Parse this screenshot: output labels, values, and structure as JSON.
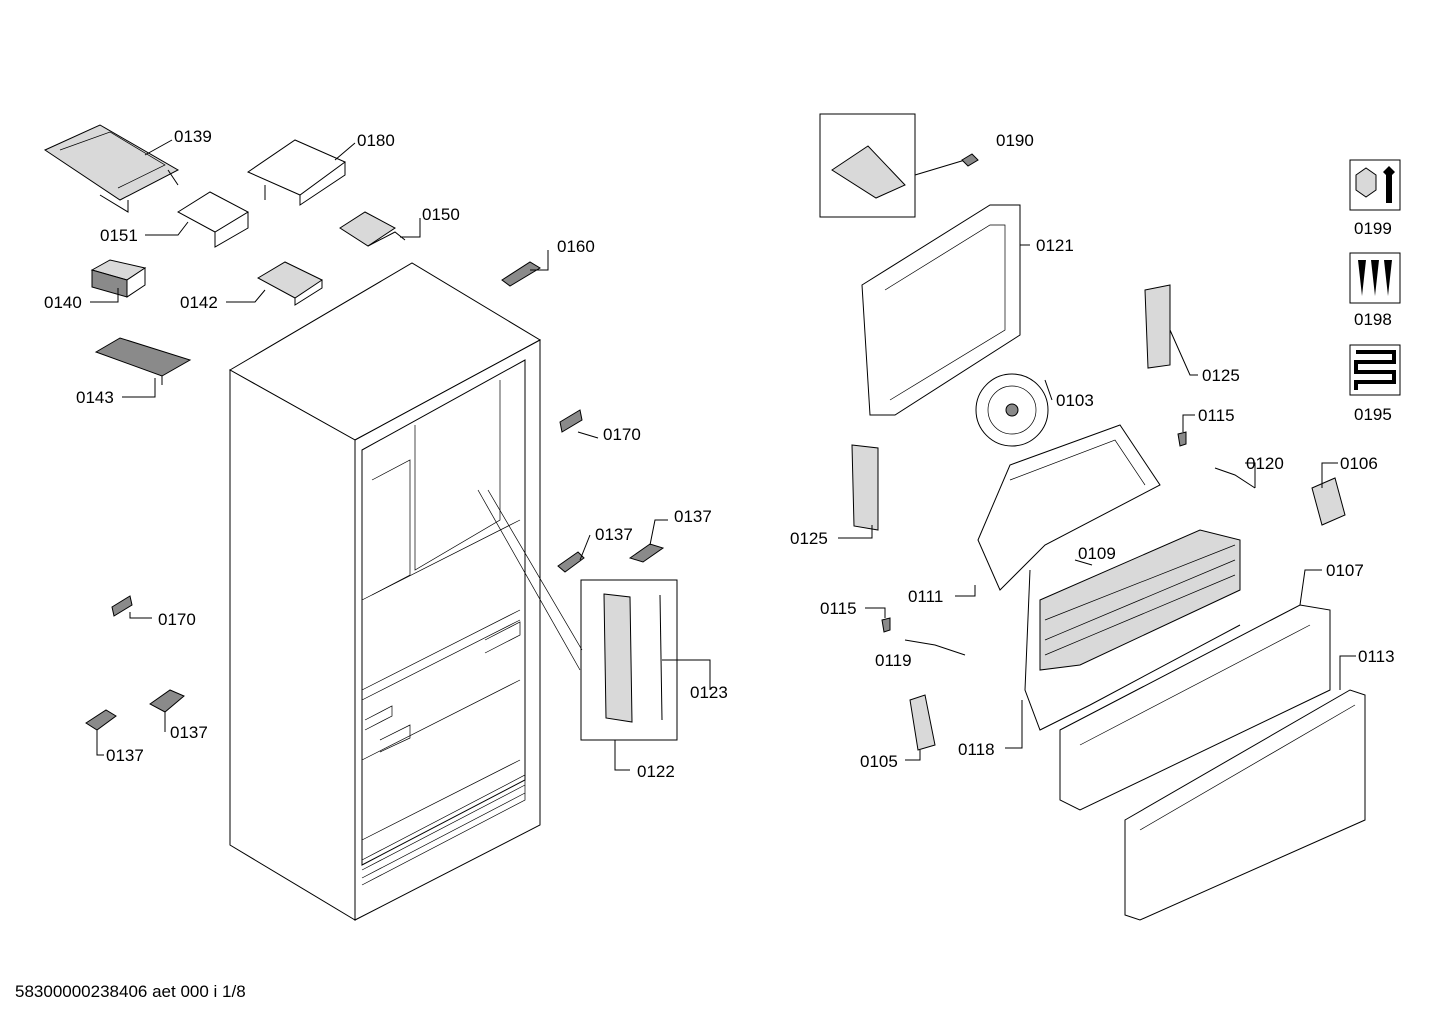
{
  "labels": {
    "p0139": "0139",
    "p0180": "0180",
    "p0151": "0151",
    "p0150": "0150",
    "p0160": "0160",
    "p0140": "0140",
    "p0142": "0142",
    "p0143": "0143",
    "p0170a": "0170",
    "p0137a": "0137",
    "p0137b": "0137",
    "p0123": "0123",
    "p0122": "0122",
    "p0170b": "0170",
    "p0137c": "0137",
    "p0137d": "0137",
    "p0190": "0190",
    "p0121": "0121",
    "p0125a": "0125",
    "p0103": "0103",
    "p0115a": "0115",
    "p0120": "0120",
    "p0106": "0106",
    "p0125b": "0125",
    "p0109": "0109",
    "p0107": "0107",
    "p0111": "0111",
    "p0115b": "0115",
    "p0119": "0119",
    "p0113": "0113",
    "p0118": "0118",
    "p0105": "0105",
    "p0199": "0199",
    "p0198": "0198",
    "p0195": "0195"
  },
  "icons": {
    "tool": "wrench-nut-icon",
    "screws": "screws-icon",
    "heater": "heating-coil-icon"
  },
  "footer": "58300000238406 aet 000 i 1/8"
}
